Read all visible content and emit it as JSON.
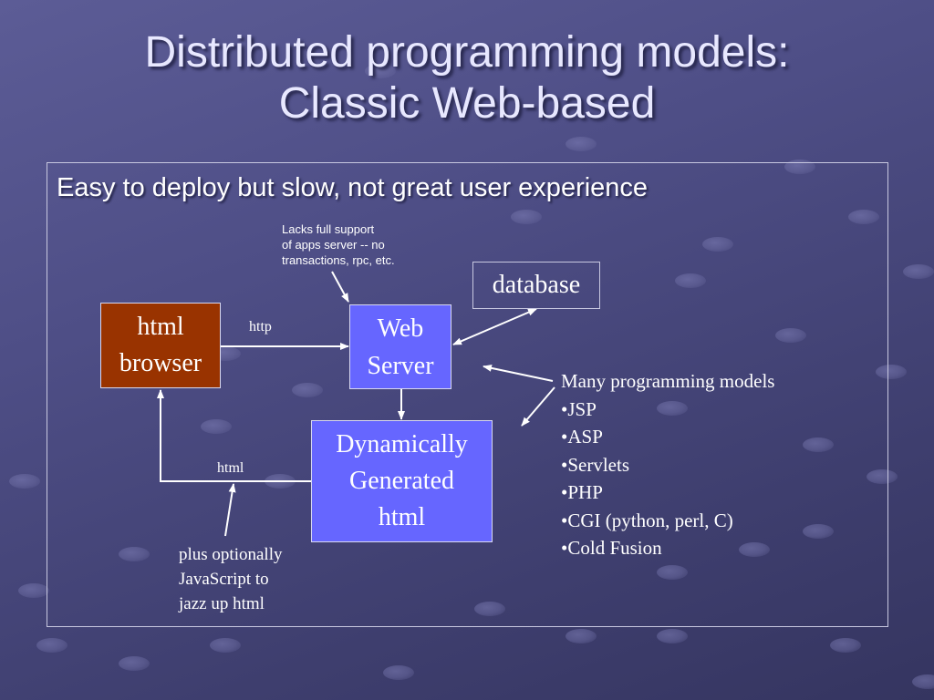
{
  "slide": {
    "title_line1": "Distributed programming models:",
    "title_line2": "Classic Web-based",
    "subtitle": "Easy to deploy but slow, not great user experience",
    "colors": {
      "background": "#4e4e86",
      "browser_box": "#993300",
      "server_box": "#6666ff",
      "text": "#ffffff"
    }
  },
  "diagram": {
    "nodes": {
      "browser": [
        "html",
        "browser"
      ],
      "web_server": [
        "Web",
        "Server"
      ],
      "dynamic_html": [
        "Dynamically",
        "Generated",
        "html"
      ],
      "database": "database"
    },
    "edge_labels": {
      "http": "http",
      "html": "html"
    },
    "annotations": {
      "server_note": [
        "Lacks full support",
        "of apps server -- no",
        "transactions, rpc, etc."
      ],
      "js_note": [
        "plus optionally",
        "JavaScript to",
        "jazz up html"
      ]
    },
    "models": {
      "heading": "Many programming models",
      "items": [
        "•JSP",
        "•ASP",
        "•Servlets",
        "•PHP",
        "•CGI (python, perl, C)",
        "•Cold Fusion"
      ]
    }
  }
}
